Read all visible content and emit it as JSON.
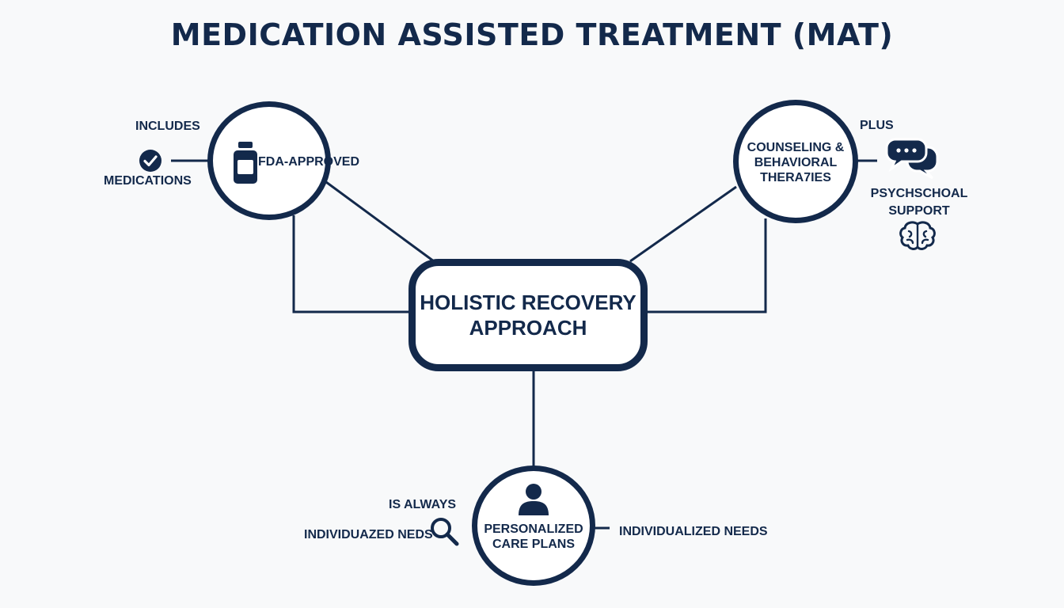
{
  "title": "MEDICATION ASSISTED TREATMENT (MAT)",
  "hub": {
    "line1": "HOLISTIC RECOVERY",
    "line2": "APPROACH"
  },
  "medications": {
    "circle_label": "FDA-APPROVED",
    "connector_label": "INCLUDES",
    "side_label": "MEDICATIONS",
    "icons": [
      "pill-bottle-icon",
      "check-circle-icon"
    ]
  },
  "counseling": {
    "circle_label": "COUNSELING &\nBEHAVIORAL\nTHERA7IES",
    "connector_label": "PLUS",
    "side_label_line1": "PSYCHSCHOAL",
    "side_label_line2": "SUPPORT",
    "icons": [
      "chat-bubbles-icon",
      "brain-icon"
    ]
  },
  "care_plans": {
    "circle_label": "PERSONALIZED\nCARE PLANS",
    "connector_label": "IS ALWAYS",
    "left_label": "INDIVIDUAZED NEDS",
    "right_label": "INDIVIDUALIZED NEEDS",
    "icons": [
      "person-icon",
      "magnifier-icon"
    ]
  },
  "colors": {
    "navy": "#13294b",
    "background": "#f8f9fa",
    "fill": "#ffffff"
  }
}
